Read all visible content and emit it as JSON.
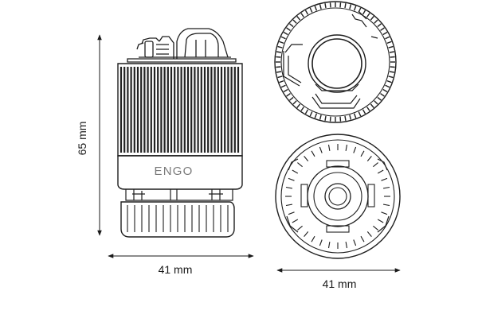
{
  "dimensions": {
    "height_label": "65 mm",
    "width_label_side": "41 mm",
    "width_label_bottom_view": "41 mm"
  },
  "product": {
    "brand": "ENGO",
    "brand_color": "#8a8a8a"
  },
  "colors": {
    "stroke": "#1e1e1e",
    "ribs": "#222222",
    "dim_line": "#1a1a1a"
  }
}
